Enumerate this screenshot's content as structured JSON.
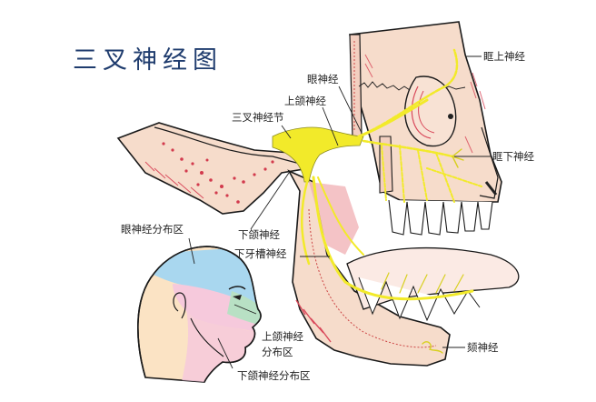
{
  "title": "三叉神经图",
  "colors": {
    "title": "#1f3c6e",
    "bone": "#f6dccb",
    "bone_outline": "#1a1a1a",
    "muscle_red": "#d9485a",
    "nerve_yellow": "#f2ea2a",
    "nerve_outline": "#8a8a20",
    "ophthalmic_zone": "#a9d7ef",
    "maxillary_zone": "#b8e0c4",
    "mandibular_zone": "#f6c9dc",
    "skin": "#fbe3c4",
    "teeth": "#ffffff"
  },
  "labels": {
    "supraorbital": "眶上神经",
    "ophthalmic": "眼神经",
    "maxillary": "上颌神经",
    "trigeminal_ganglion": "三叉神经节",
    "infraorbital": "眶下神经",
    "mandibular": "下颌神经",
    "inferior_alveolar": "下牙槽神经",
    "mental": "颏神经",
    "ophthalmic_zone": "眼神经分布区",
    "maxillary_zone_line1": "上颌神经",
    "maxillary_zone_line2": "分布区",
    "mandibular_zone": "下颌神经分布区"
  }
}
